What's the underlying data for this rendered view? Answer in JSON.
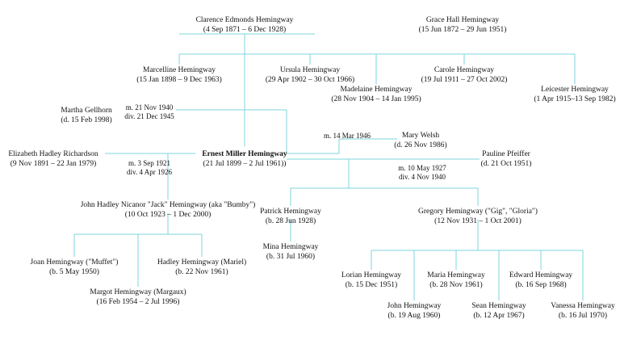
{
  "diagram": {
    "type": "family-tree",
    "subject": "Ernest Miller Hemingway",
    "line_color": "#7ed4dd",
    "text_color": "#111111"
  },
  "people": {
    "clarence": {
      "name": "Clarence Edmonds Hemingway",
      "dates": "(4 Sep 1871 – 6 Dec 1928)"
    },
    "grace": {
      "name": "Grace Hall Hemingway",
      "dates": "(15 Jun 1872 – 29 Jun 1951)"
    },
    "marcelline": {
      "name": "Marcelline Hemingway",
      "dates": "(15 Jan 1898 – 9 Dec 1963)"
    },
    "ursula": {
      "name": "Ursula Hemingway",
      "dates": "(29 Apr 1902 – 30 Oct 1966)"
    },
    "madelaine": {
      "name": "Madelaine Hemingway",
      "dates": "(28 Nov 1904 – 14 Jan 1995)"
    },
    "carole": {
      "name": "Carole Hemingway",
      "dates": "(19 Jul 1911 – 27 Oct 2002)"
    },
    "leicester": {
      "name": "Leicester Hemingway",
      "dates": "(1 Apr 1915–13 Sep 1982)"
    },
    "martha": {
      "name": "Martha Gellhorn",
      "dates": "(d. 15 Feb 1998)"
    },
    "hadleyr": {
      "name": "Elizabeth Hadley Richardson",
      "dates": "(9 Nov 1891 – 22 Jan 1979)"
    },
    "ernest": {
      "name": "Ernest Miller Hemingway",
      "dates": "(21 Jul 1899 – 2 Jul 1961))"
    },
    "mary": {
      "name": "Mary Welsh",
      "dates": "(d. 26 Nov 1986)"
    },
    "pauline": {
      "name": "Pauline Pfeiffer",
      "dates": "(d. 21 Oct 1951)"
    },
    "jack": {
      "name": "John Hadley Nicanor \"Jack\" Hemingway (aka \"Bumby\")",
      "dates": "(10 Oct 1923 – 1 Dec 2000)"
    },
    "patrick": {
      "name": "Patrick Hemingway",
      "dates": "(b. 28 Jun 1928)"
    },
    "gregory": {
      "name": "Gregory Hemingway (\"Gig\", \"Gloria\")",
      "dates": "(12 Nov 1931 – 1 Oct 2001)"
    },
    "joan": {
      "name": "Joan Hemingway (\"Muffet\")",
      "dates": "(b. 5 May 1950)"
    },
    "hadleym": {
      "name": "Hadley Hemingway (Mariel)",
      "dates": "(b. 22 Nov 1961)"
    },
    "margot": {
      "name": "Margot Hemingway (Margaux)",
      "dates": "(16 Feb 1954 – 2 Jul 1996)"
    },
    "mina": {
      "name": "Mina Hemingway",
      "dates": "(b. 31 Jul 1960)"
    },
    "lorian": {
      "name": "Lorian Hemingway",
      "dates": "(b. 15 Dec 1951)"
    },
    "maria": {
      "name": "Maria Hemingway",
      "dates": "(b. 28 Nov 1961)"
    },
    "edward": {
      "name": "Edward Hemingway",
      "dates": "(b. 16 Sep 1968)"
    },
    "john": {
      "name": "John Hemingway",
      "dates": "(b. 19 Aug 1960)"
    },
    "sean": {
      "name": "Sean Hemingway",
      "dates": "(b. 12 Apr 1967)"
    },
    "vanessa": {
      "name": "Vanessa Hemingway",
      "dates": "(b. 16 Jul 1970)"
    }
  },
  "marriages": {
    "martha": {
      "married": "m. 21 Nov 1940",
      "divorced": "div. 21 Dec 1945"
    },
    "hadleyr": {
      "married": "m. 3 Sep 1921",
      "divorced": "div. 4 Apr 1926"
    },
    "mary": {
      "married": "m. 14 Mar 1946",
      "divorced": ""
    },
    "pauline": {
      "married": "m. 10 May 1927",
      "divorced": "div. 4 Nov 1940"
    }
  }
}
